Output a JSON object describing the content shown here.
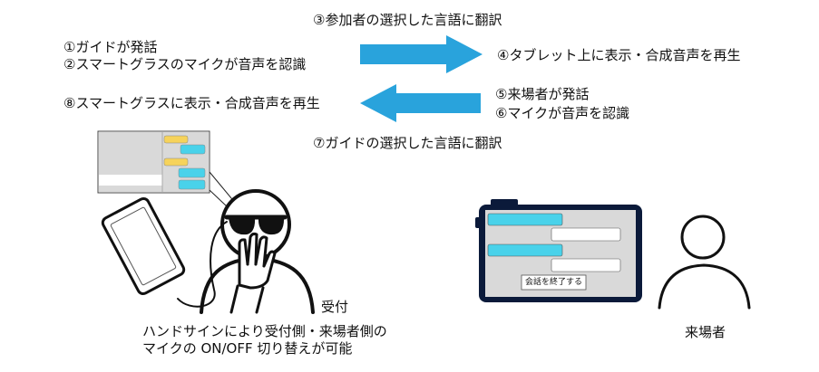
{
  "flow": {
    "step3": "③参加者の選択した言語に翻訳",
    "step1": "①ガイドが発話",
    "step2": "②スマートグラスのマイクが音声を認識",
    "step4": "④タブレット上に表示・合成音声を再生",
    "step8": "⑧スマートグラスに表示・合成音声を再生",
    "step5": "⑤来場者が発話",
    "step6": "⑥マイクが音声を認識",
    "step7": "⑦ガイドの選択した言語に翻訳"
  },
  "guide": {
    "role_label": "受付",
    "caption_line1": "ハンドサインにより受付側・来場者側の",
    "caption_line2": "マイクの ON/OFF 切り替えが可能"
  },
  "visitor": {
    "role_label": "来場者",
    "end_button": "会話を終了する"
  },
  "colors": {
    "arrow": "#29a3dc",
    "bubble_cyan": "#49d2ea",
    "bubble_yellow": "#f6d35b",
    "screen_gray": "#d9d9d9",
    "tablet_frame": "#0b1a3a"
  }
}
